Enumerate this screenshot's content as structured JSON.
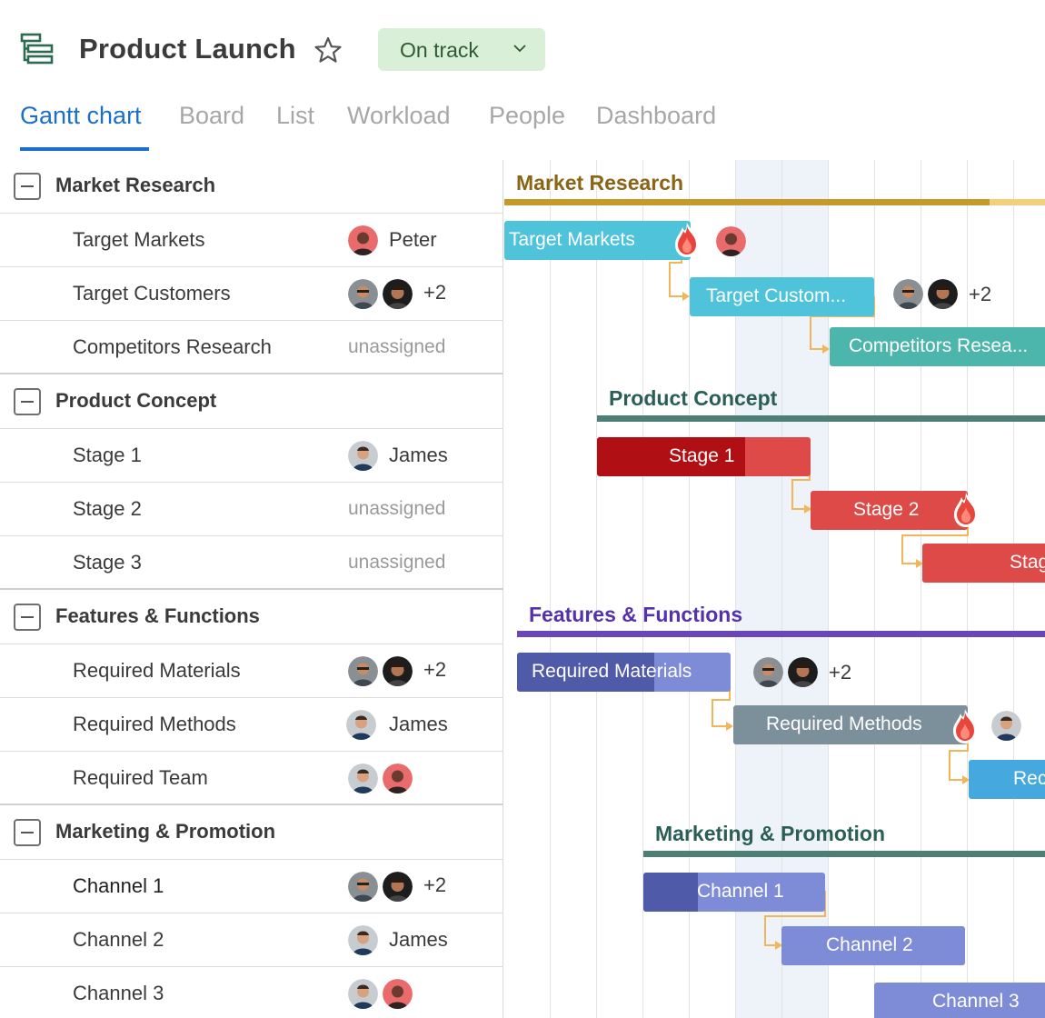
{
  "app": {
    "title": "Product Launch",
    "status": "On track"
  },
  "tabs": [
    {
      "label": "Gantt chart",
      "active": true
    },
    {
      "label": "Board",
      "active": false
    },
    {
      "label": "List",
      "active": false
    },
    {
      "label": "Workload",
      "active": false
    },
    {
      "label": "People",
      "active": false
    },
    {
      "label": "Dashboard",
      "active": false
    }
  ],
  "groups": [
    {
      "name": "Market Research",
      "tasks": [
        {
          "name": "Target Markets",
          "assignee": "Peter",
          "extra": ""
        },
        {
          "name": "Target Customers",
          "assignee": "",
          "extra": "+2"
        },
        {
          "name": "Competitors Research",
          "assignee": "unassigned",
          "extra": ""
        }
      ]
    },
    {
      "name": "Product Concept",
      "tasks": [
        {
          "name": "Stage 1",
          "assignee": "James",
          "extra": ""
        },
        {
          "name": "Stage 2",
          "assignee": "unassigned",
          "extra": ""
        },
        {
          "name": "Stage 3",
          "assignee": "unassigned",
          "extra": ""
        }
      ]
    },
    {
      "name": "Features & Functions",
      "tasks": [
        {
          "name": "Required Materials",
          "assignee": "",
          "extra": "+2"
        },
        {
          "name": "Required Methods",
          "assignee": "James",
          "extra": ""
        },
        {
          "name": "Required Team",
          "assignee": "",
          "extra": ""
        }
      ]
    },
    {
      "name": "Marketing & Promotion",
      "tasks": [
        {
          "name": "Channel 1",
          "assignee": "",
          "extra": "+2"
        },
        {
          "name": "Channel 2",
          "assignee": "James",
          "extra": ""
        },
        {
          "name": "Channel 3",
          "assignee": "",
          "extra": ""
        }
      ]
    }
  ],
  "chart": {
    "group_labels": [
      "Market Research",
      "Product Concept",
      "Features & Functions",
      "Marketing & Promotion"
    ],
    "bars": [
      "Target Markets",
      "Target Custom...",
      "Competitors Resea...",
      "Stage 1",
      "Stage 2",
      "Stag",
      "Required Materials",
      "Required Methods",
      "Rec",
      "Channel 1",
      "Channel 2",
      "Channel 3"
    ],
    "extras": [
      "+2",
      "+2"
    ]
  },
  "colors": {
    "market_research": "#c59a2a",
    "product_concept": "#3f7a70",
    "features_functions": "#5b3aa8",
    "marketing_promotion": "#3f7a70",
    "accent": "#1c6fc8",
    "link": "#f2b55a"
  }
}
